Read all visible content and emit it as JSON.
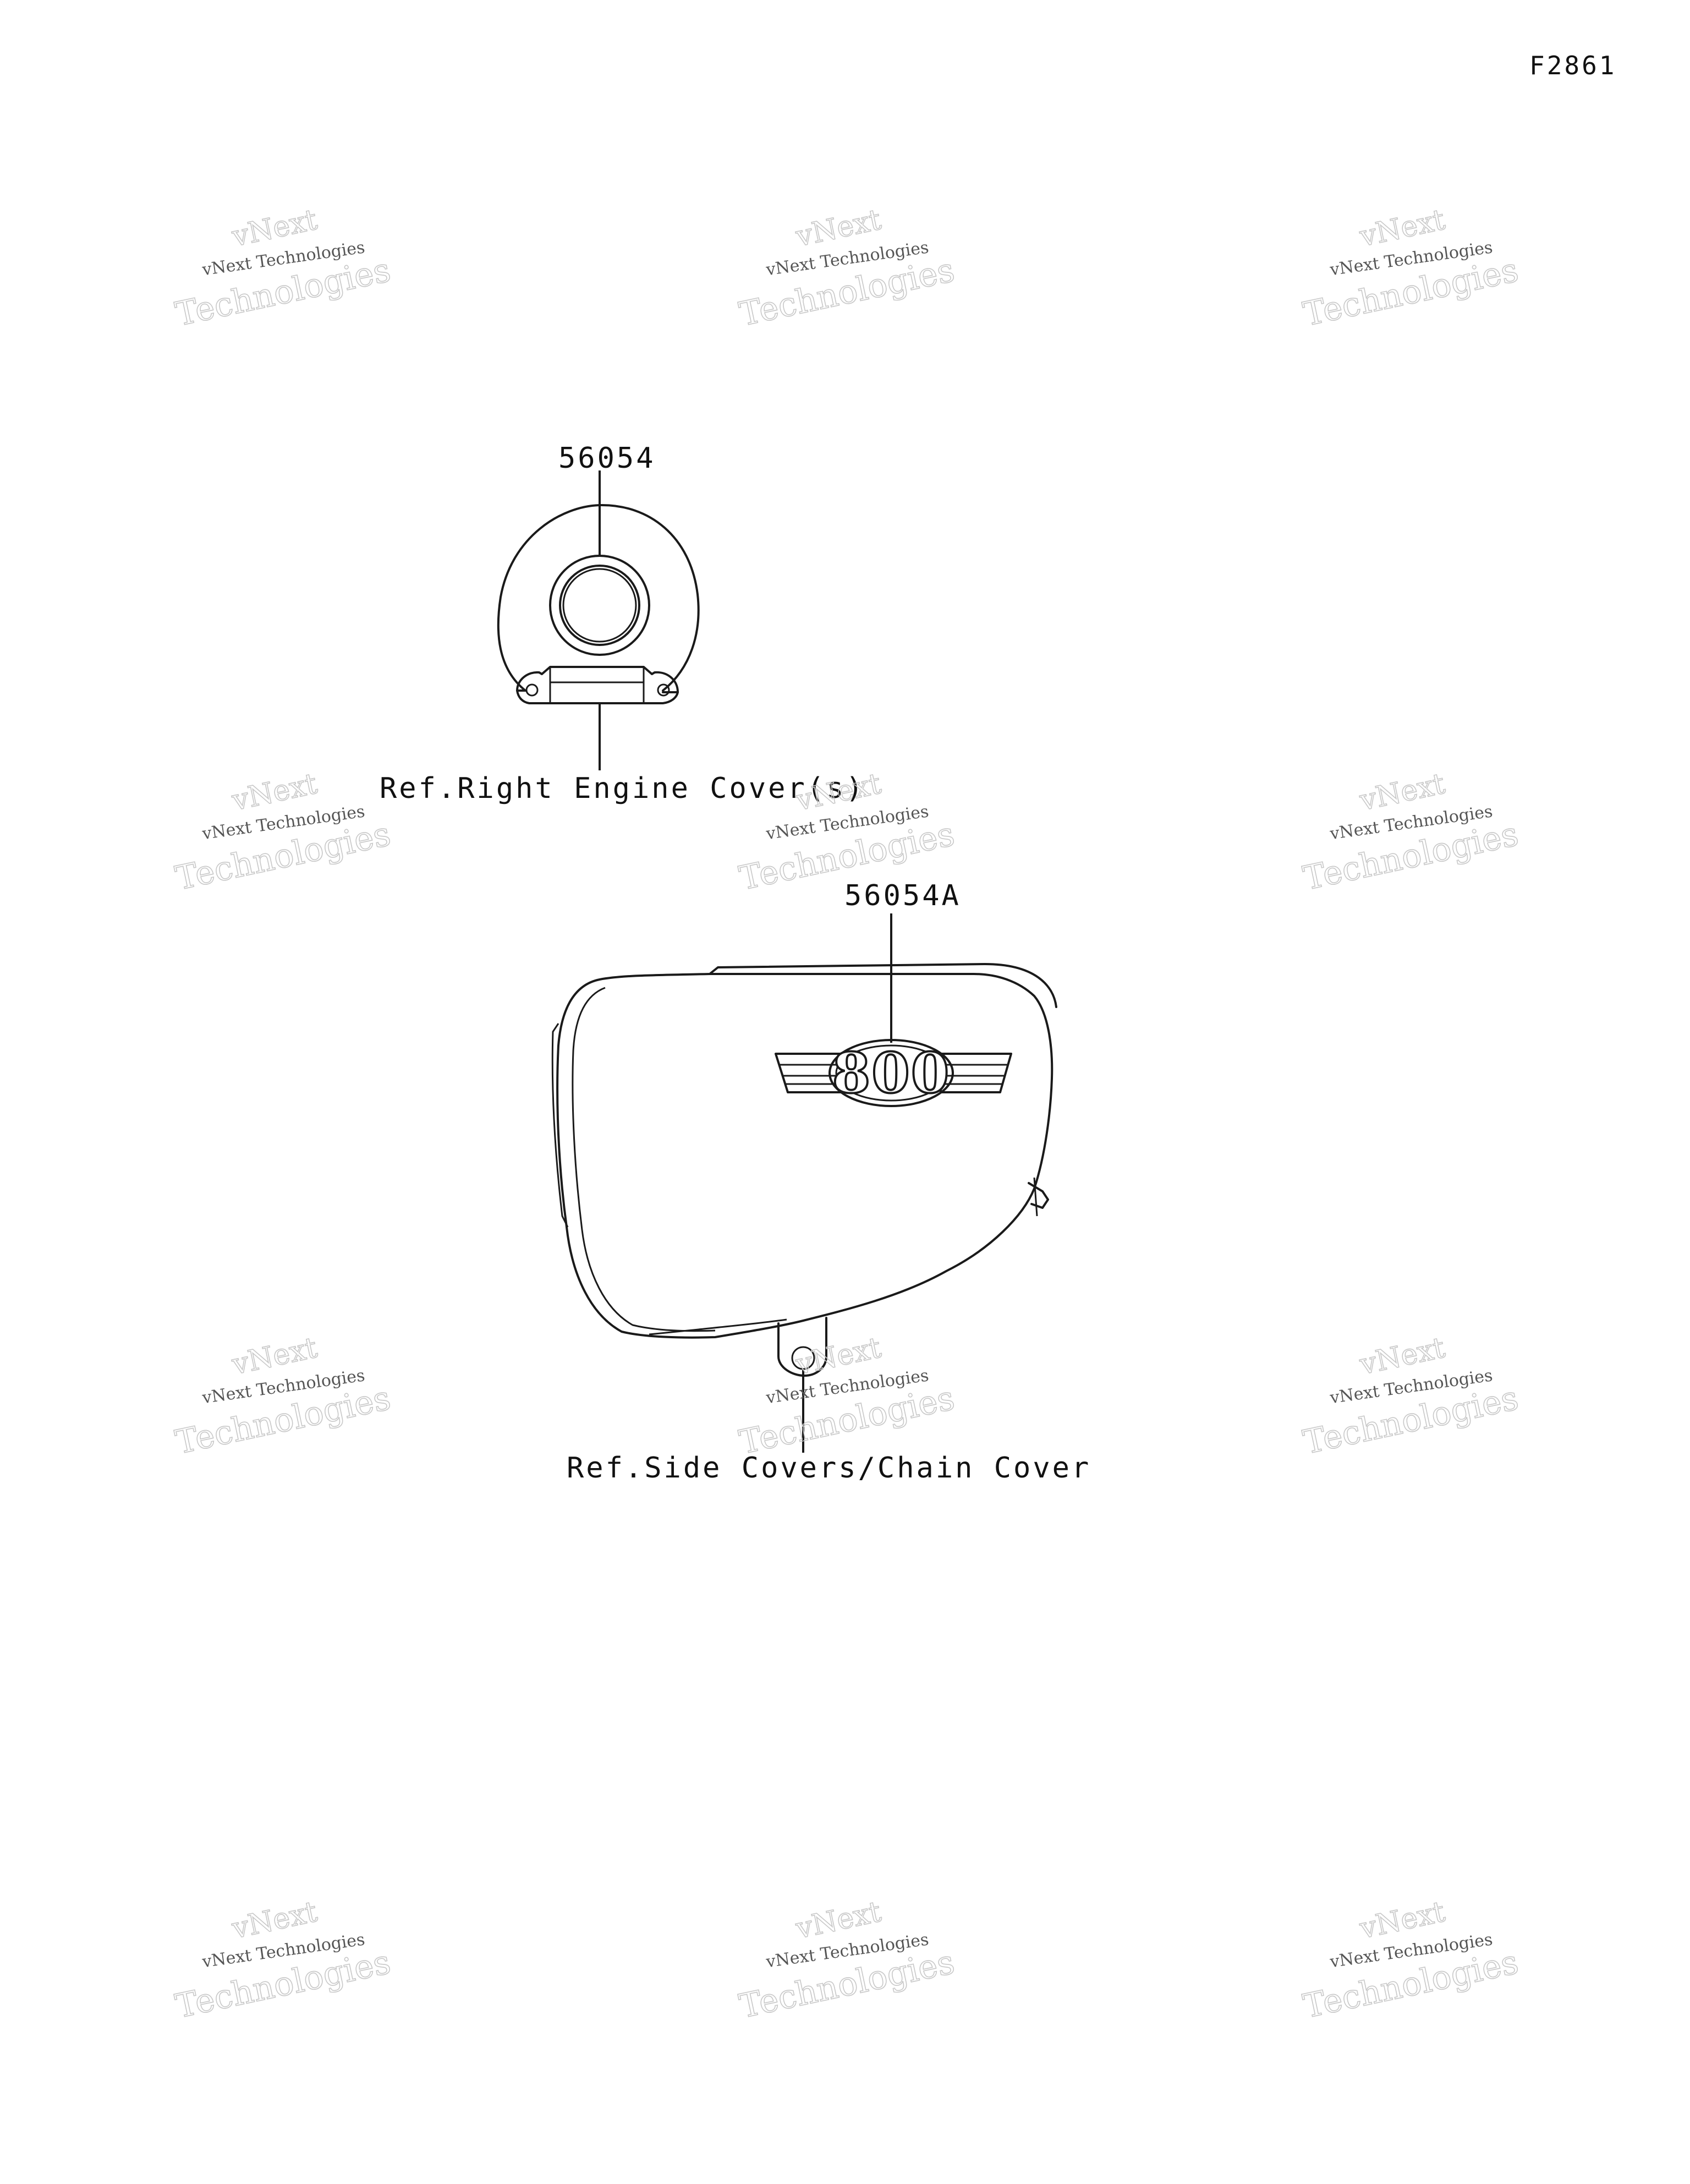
{
  "figure_code": "F2861",
  "parts": [
    {
      "id": "56054",
      "label": "56054"
    },
    {
      "id": "56054A",
      "label": "56054A"
    }
  ],
  "references": [
    {
      "id": "ref-engine",
      "label": "Ref.Right Engine Cover(s)"
    },
    {
      "id": "ref-side",
      "label": "Ref.Side Covers/Chain Cover"
    }
  ],
  "badge_text": "800",
  "watermark": {
    "line1": "vNext",
    "line2": "vNext Technologies",
    "line3": "Technologies"
  }
}
